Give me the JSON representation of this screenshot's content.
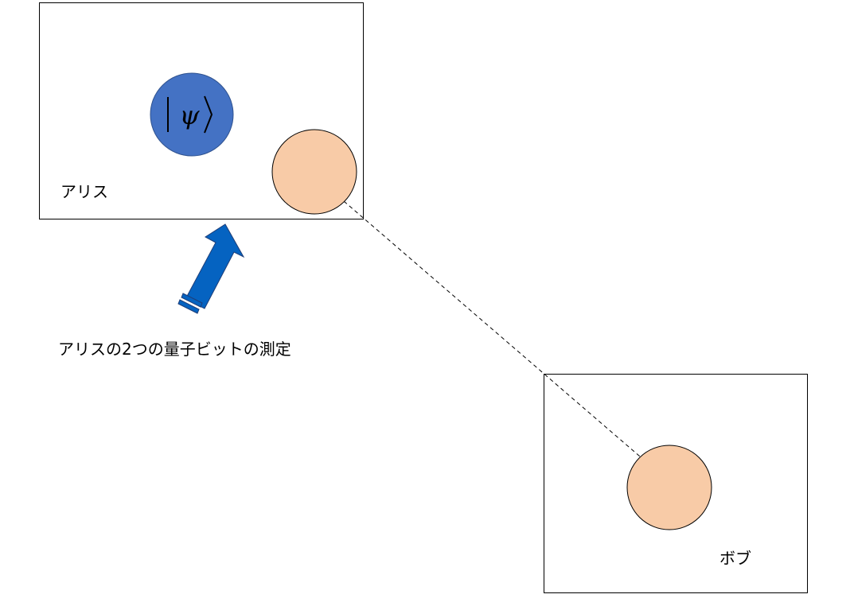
{
  "alice": {
    "label": "アリス"
  },
  "bob": {
    "label": "ボブ"
  },
  "state": {
    "label": "ψ"
  },
  "measurement": {
    "label": "アリスの2つの量子ビットの測定"
  },
  "colors": {
    "state_fill": "#4472C4",
    "state_stroke": "#2F528F",
    "qubit_fill": "#F8CBA7",
    "arrow_fill": "#0563C1",
    "arrow_stroke": "#1F3E78",
    "box_stroke": "#000000"
  },
  "icons": {
    "arrow": "up-right-striped-arrow",
    "link": "dashed-line"
  }
}
